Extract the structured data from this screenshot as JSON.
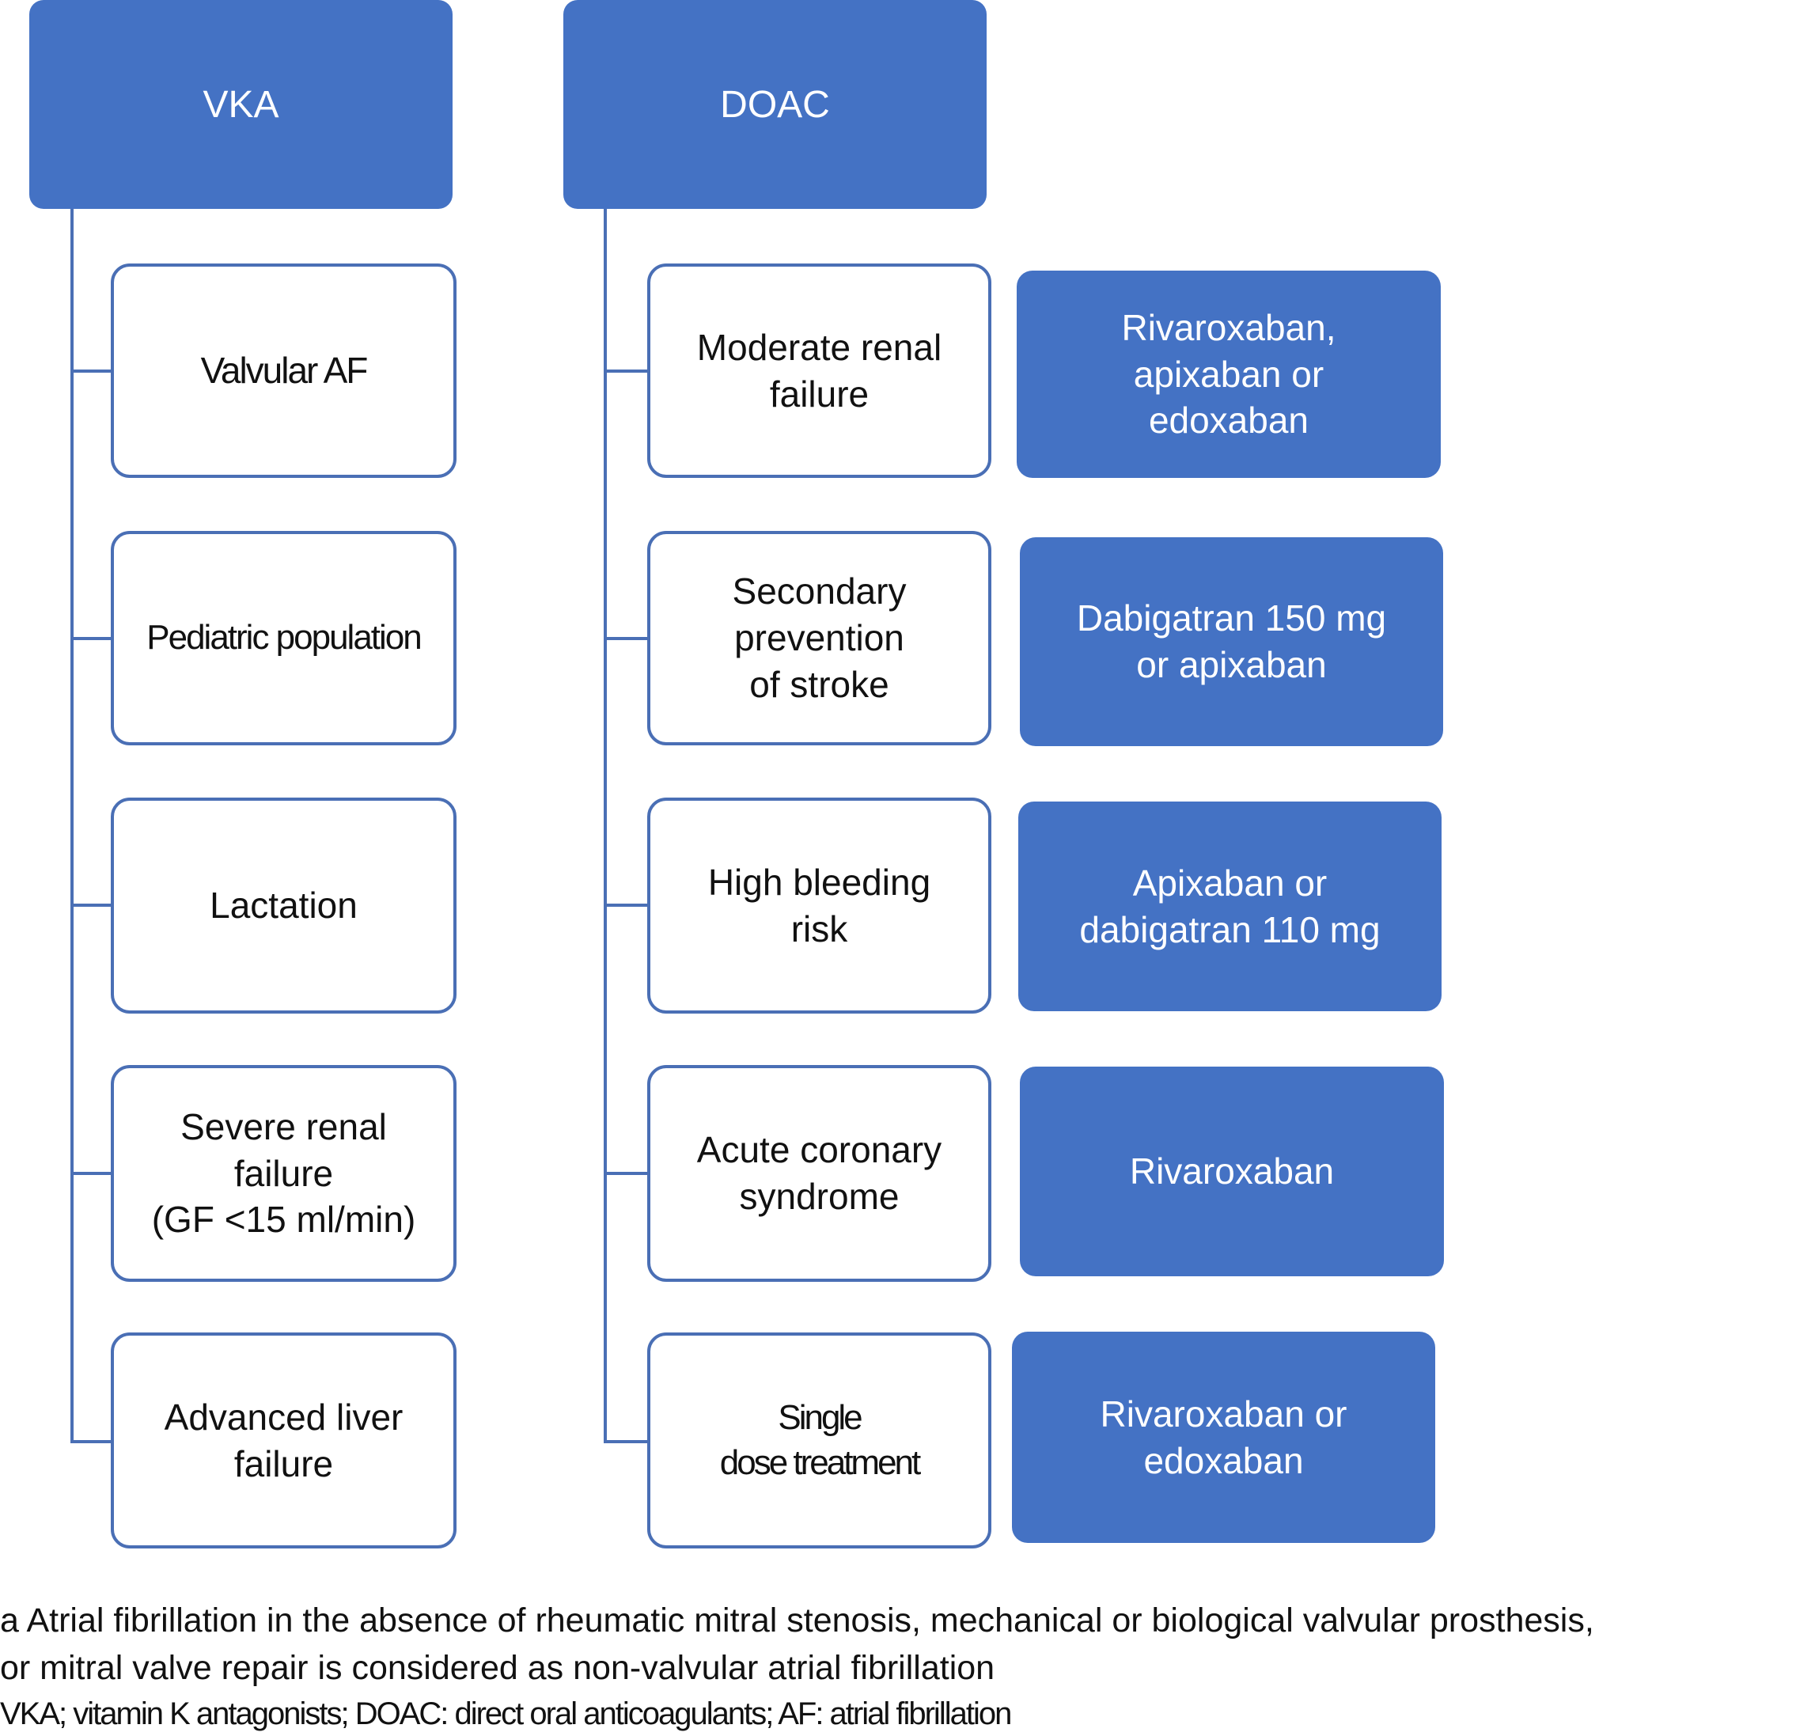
{
  "headers": {
    "vka": "VKA",
    "doac": "DOAC"
  },
  "vka_items": [
    "Valvular AF",
    "Pediatric population",
    "Lactation",
    "Severe renal\nfailure\n(GF <15 ml/min)",
    "Advanced liver\nfailure"
  ],
  "doac_items": [
    "Moderate renal\nfailure",
    "Secondary\nprevention\nof stroke",
    "High bleeding\nrisk",
    "Acute coronary\nsyndrome",
    "Single\ndose treatment"
  ],
  "doac_drugs": [
    "Rivaroxaban,\napixaban or\nedoxaban",
    "Dabigatran 150 mg\nor apixaban",
    "Apixaban or\ndabigatran 110 mg",
    "Rivaroxaban",
    "Rivaroxaban or\nedoxaban"
  ],
  "footnote": {
    "line1": "a Atrial fibrillation in the absence of rheumatic mitral stenosis, mechanical or biological valvular prosthesis,",
    "line2": "or mitral valve repair is considered as non-valvular atrial fibrillation",
    "abbreviations": "VKA; vitamin K antagonists; DOAC: direct oral anticoagulants; AF: atrial fibrillation"
  },
  "colors": {
    "primary_blue": "#4472c4",
    "border_blue": "#4a6fb5"
  }
}
